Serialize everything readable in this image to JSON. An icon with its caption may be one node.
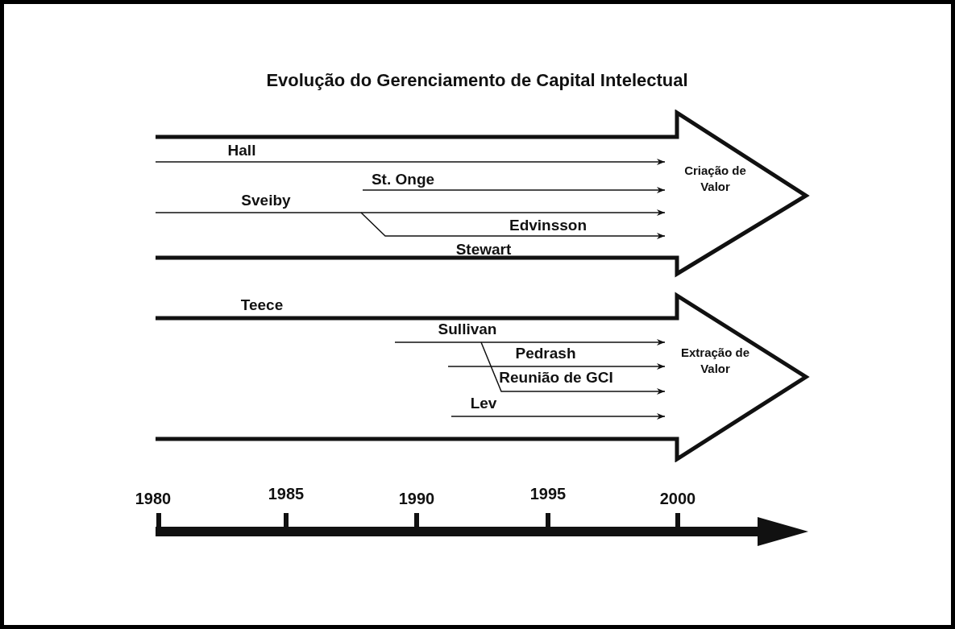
{
  "diagram": {
    "title": "Evolução do Gerenciamento de Capital Intelectual",
    "nodes": [
      {
        "text": [
          "Criação de Valor"
        ]
      },
      {
        "text": [
          "Extração de Valor"
        ]
      }
    ],
    "edges": [
      {
        "from": null,
        "to": 0,
        "arrow": "to",
        "label": "Hall"
      },
      {
        "from": null,
        "to": 0,
        "arrow": "to",
        "label": "St. Onge"
      },
      {
        "from": null,
        "to": 0,
        "arrow": "to",
        "label": "Sveiby"
      },
      {
        "from": null,
        "to": 0,
        "arrow": "to",
        "label": "Edvinsson"
      },
      {
        "from": null,
        "to": 1,
        "arrow": "to",
        "label": "Sullivan"
      },
      {
        "from": null,
        "to": 1,
        "arrow": "to",
        "label": "Pedrash"
      },
      {
        "from": null,
        "to": 1,
        "arrow": "to",
        "label": "Reunião de GCI"
      },
      {
        "from": null,
        "to": 1,
        "arrow": "to",
        "label": "Lev"
      }
    ],
    "labels": [
      "Stewart",
      "Teece",
      "1980",
      "1985",
      "1990",
      "1995",
      "2000"
    ]
  }
}
